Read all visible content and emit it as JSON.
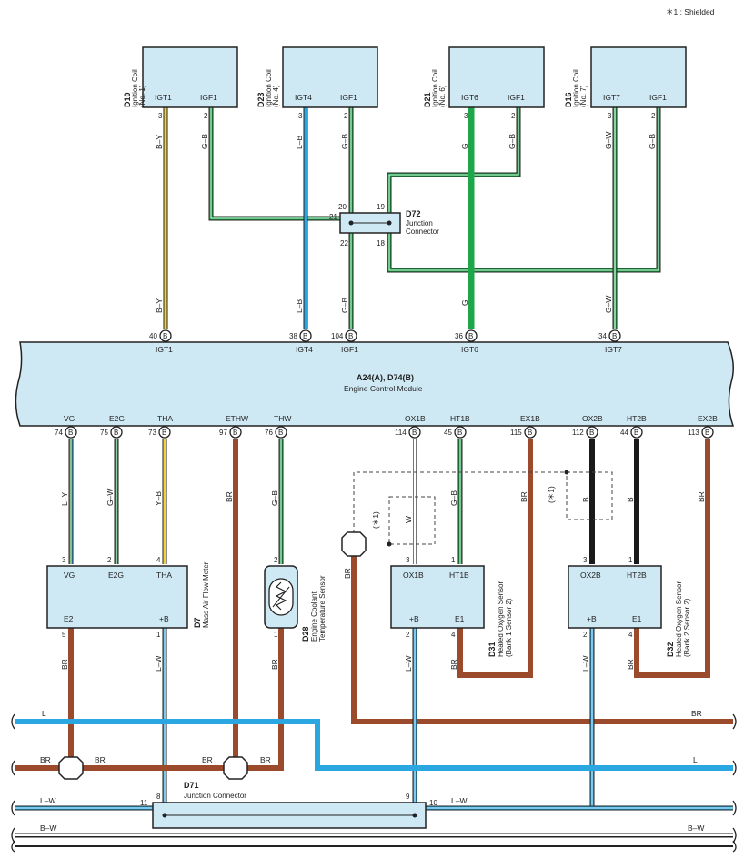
{
  "note": "＊1 : Shielded",
  "ecm": {
    "id": "A24(A), D74(B)",
    "name": "Engine Control Module"
  },
  "top_pins": [
    {
      "num": "40",
      "term": "IGT1",
      "conn": "B"
    },
    {
      "num": "38",
      "term": "IGT4",
      "conn": "B"
    },
    {
      "num": "104",
      "term": "IGF1",
      "conn": "B"
    },
    {
      "num": "36",
      "term": "IGT6",
      "conn": "B"
    },
    {
      "num": "34",
      "term": "IGT7",
      "conn": "B"
    }
  ],
  "bottom_pins": [
    {
      "num": "74",
      "term": "VG",
      "conn": "B"
    },
    {
      "num": "75",
      "term": "E2G",
      "conn": "B"
    },
    {
      "num": "73",
      "term": "THA",
      "conn": "B"
    },
    {
      "num": "97",
      "term": "ETHW",
      "conn": "B"
    },
    {
      "num": "76",
      "term": "THW",
      "conn": "B"
    },
    {
      "num": "114",
      "term": "OX1B",
      "conn": "B"
    },
    {
      "num": "45",
      "term": "HT1B",
      "conn": "B"
    },
    {
      "num": "115",
      "term": "EX1B",
      "conn": "B"
    },
    {
      "num": "112",
      "term": "OX2B",
      "conn": "B"
    },
    {
      "num": "44",
      "term": "HT2B",
      "conn": "B"
    },
    {
      "num": "113",
      "term": "EX2B",
      "conn": "B"
    }
  ],
  "coils": [
    {
      "id": "D10",
      "name1": "Ignition Coil",
      "name2": "(No. 1)",
      "t1": "IGT1",
      "t2": "IGF1",
      "p1": "3",
      "p2": "2"
    },
    {
      "id": "D23",
      "name1": "Ignition Coil",
      "name2": "(No. 4)",
      "t1": "IGT4",
      "t2": "IGF1",
      "p1": "3",
      "p2": "2"
    },
    {
      "id": "D21",
      "name1": "Ignition Coil",
      "name2": "(No. 6)",
      "t1": "IGT6",
      "t2": "IGF1",
      "p1": "3",
      "p2": "2"
    },
    {
      "id": "D16",
      "name1": "Ignition Coil",
      "name2": "(No. 7)",
      "t1": "IGT7",
      "t2": "IGF1",
      "p1": "3",
      "p2": "2"
    }
  ],
  "d72": {
    "id": "D72",
    "name1": "Junction",
    "name2": "Connector",
    "p20": "20",
    "p19": "19",
    "p21": "21",
    "p22": "22",
    "p18": "18"
  },
  "wire_colors": {
    "BY": "B–Y",
    "GB": "G–B",
    "LB": "L–B",
    "G": "G",
    "GW": "G–W",
    "LY": "L–Y",
    "YB": "Y–B",
    "BR": "BR",
    "W": "W",
    "B": "B",
    "LW": "L–W",
    "L": "L",
    "BW": "B–W"
  },
  "maf": {
    "id": "D7",
    "name": "Mass Air Flow Meter",
    "t_vg": "VG",
    "t_e2g": "E2G",
    "t_tha": "THA",
    "t_e2": "E2",
    "t_b": "+B",
    "p_vg": "3",
    "p_e2g": "2",
    "p_tha": "4",
    "p_e2": "5",
    "p_b": "1"
  },
  "ect": {
    "id": "D28",
    "name1": "Engine Coolant",
    "name2": "Temperature Sensor",
    "p_top": "2",
    "p_bot": "1"
  },
  "o2s1": {
    "id": "D31",
    "name1": "Heated Oxygen Sensor",
    "name2": "(Bank 1 Sensor 2)",
    "t_ox": "OX1B",
    "t_ht": "HT1B",
    "t_b": "+B",
    "t_e1": "E1",
    "p_ox": "3",
    "p_ht": "1",
    "p_b": "2",
    "p_e1": "4"
  },
  "o2s2": {
    "id": "D32",
    "name1": "Heated Oxygen Sensor",
    "name2": "(Bank 2 Sensor 2)",
    "t_ox": "OX2B",
    "t_ht": "HT2B",
    "t_b": "+B",
    "t_e1": "E1",
    "p_ox": "3",
    "p_ht": "1",
    "p_b": "2",
    "p_e1": "4"
  },
  "shield_mark": "(＊1)",
  "d71": {
    "id": "D71",
    "name": "Junction Connector",
    "p8": "8",
    "p9": "9",
    "p11": "11",
    "p10": "10"
  },
  "colors": {
    "yellow": "#f2d23a",
    "green": "#1ea64a",
    "blue": "#2aa6e0",
    "brown": "#9b4a2c",
    "black": "#1a1a1a",
    "box": "#cfe9f4"
  }
}
